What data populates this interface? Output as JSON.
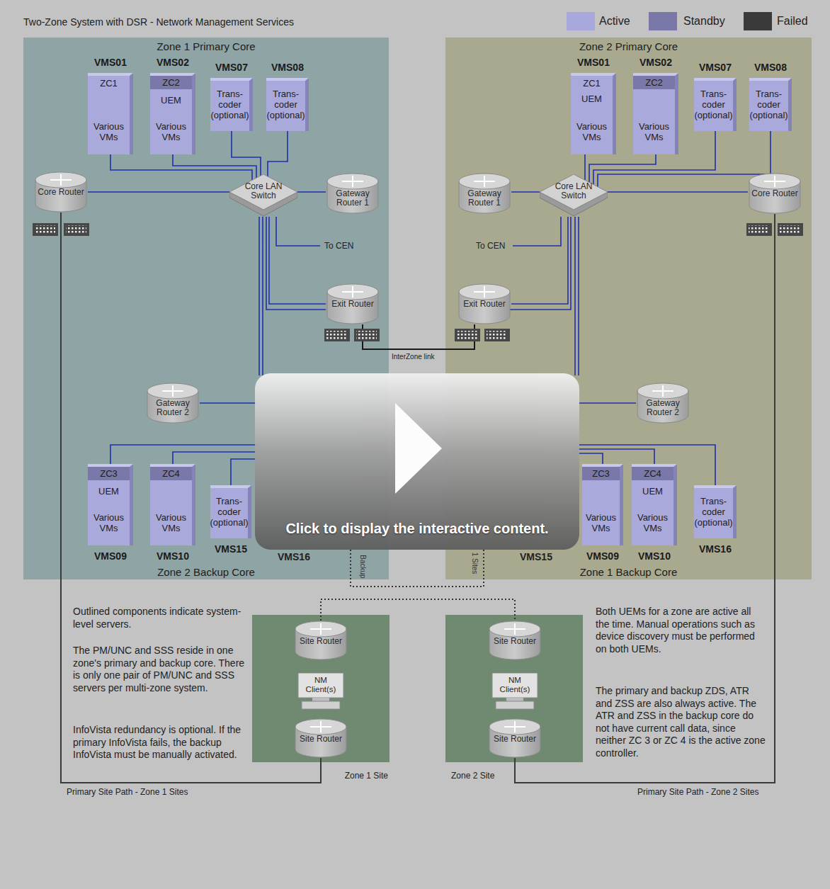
{
  "diagram": {
    "title": "Two-Zone System with DSR - Network Management Services",
    "nodes": [
      {
        "text": [
          "Zone 1 Primary Core",
          "Zone 2 Backup Core"
        ]
      },
      {
        "text": [
          "Zone 2 Primary Core",
          "Zone 1 Backup Core"
        ]
      },
      {
        "text": [
          "VMS01",
          "ZC1",
          "Various VMs"
        ],
        "in": 0
      },
      {
        "text": [
          "VMS02",
          "ZC2",
          "UEM",
          "Various VMs"
        ],
        "in": 0
      },
      {
        "text": [
          "VMS07",
          "Trans- coder (optional)"
        ],
        "in": 0
      },
      {
        "text": [
          "VMS08",
          "Trans- coder (optional)"
        ],
        "in": 0
      },
      {
        "text": [
          "Core Router"
        ],
        "in": 0
      },
      {
        "text": [
          "Core LAN Switch"
        ],
        "in": 0
      },
      {
        "text": [
          "Gateway Router 1"
        ],
        "in": 0
      },
      {
        "text": [
          "Exit Router"
        ],
        "in": 0
      },
      {
        "text": [
          "Gateway Router 2"
        ],
        "in": 0
      },
      {
        "text": [
          "VMS09",
          "ZC3",
          "UEM",
          "Various VMs"
        ],
        "in": 0
      },
      {
        "text": [
          "VMS10",
          "ZC4",
          "Various VMs"
        ],
        "in": 0
      },
      {
        "text": [
          "VMS15",
          "Trans- coder (optional)"
        ],
        "in": 0
      },
      {
        "text": [
          "VMS01",
          "ZC1",
          "UEM",
          "Various VMs"
        ],
        "in": 1
      },
      {
        "text": [
          "VMS02",
          "ZC2",
          "Various VMs"
        ],
        "in": 1
      },
      {
        "text": [
          "VMS07",
          "Trans- coder (optional)"
        ],
        "in": 1
      },
      {
        "text": [
          "VMS08",
          "Trans- coder (optional)"
        ],
        "in": 1
      },
      {
        "text": [
          "Gateway Router 1"
        ],
        "in": 1
      },
      {
        "text": [
          "Core LAN Switch"
        ],
        "in": 1
      },
      {
        "text": [
          "Core Router"
        ],
        "in": 1
      },
      {
        "text": [
          "Exit Router"
        ],
        "in": 1
      },
      {
        "text": [
          "Gateway Router 2"
        ],
        "in": 1
      },
      {
        "text": [
          "VMS09",
          "ZC3",
          "Various VMs"
        ],
        "in": 1
      },
      {
        "text": [
          "VMS10",
          "ZC4",
          "UEM",
          "Various VMs"
        ],
        "in": 1
      },
      {
        "text": [
          "VMS16",
          "Trans- coder (optional)"
        ],
        "in": 1
      },
      {
        "text": [
          "Zone 1 Site"
        ]
      },
      {
        "text": [
          "Site Router"
        ],
        "in": 26
      },
      {
        "text": [
          "NM Client(s)"
        ],
        "in": 26
      },
      {
        "text": [
          "Site Router"
        ],
        "in": 26
      },
      {
        "text": [
          "Zone 2 Site"
        ]
      },
      {
        "text": [
          "Site Router"
        ],
        "in": 30
      },
      {
        "text": [
          "NM Client(s)"
        ],
        "in": 30
      },
      {
        "text": [
          "Site Router"
        ],
        "in": 30
      }
    ],
    "edges": [
      {
        "from": 2,
        "to": 7,
        "arrow": "none"
      },
      {
        "from": 3,
        "to": 7,
        "arrow": "none"
      },
      {
        "from": 4,
        "to": 7,
        "arrow": "none"
      },
      {
        "from": 5,
        "to": 7,
        "arrow": "none"
      },
      {
        "from": 6,
        "to": 7,
        "arrow": "none"
      },
      {
        "from": 7,
        "to": 8,
        "arrow": "none"
      },
      {
        "from": 7,
        "to": 9,
        "arrow": "none"
      },
      {
        "from": 9,
        "to": 21,
        "label": "InterZone link",
        "arrow": "none"
      },
      {
        "from": 14,
        "to": 19,
        "arrow": "none"
      },
      {
        "from": 15,
        "to": 19,
        "arrow": "none"
      },
      {
        "from": 16,
        "to": 19,
        "arrow": "none"
      },
      {
        "from": 17,
        "to": 19,
        "arrow": "none"
      },
      {
        "from": 18,
        "to": 19,
        "arrow": "none"
      },
      {
        "from": 19,
        "to": 20,
        "arrow": "none"
      },
      {
        "from": 19,
        "to": 21,
        "arrow": "none"
      },
      {
        "from": 6,
        "to": 29,
        "label": "Primary Site Path - Zone 1 Sites",
        "arrow": "none"
      },
      {
        "from": 20,
        "to": 33,
        "label": "Primary Site Path - Zone 2 Sites",
        "arrow": "none"
      }
    ],
    "labels": [
      "To CEN",
      "To CEN",
      "VMS16",
      "VMS15",
      "Backup",
      "1 Sites",
      "Click to display the interactive content.",
      "Outlined components indicate system-level servers.",
      "The PM/UNC and SSS reside in one zone's primary and backup core. There is only one pair of PM/UNC and SSS servers per multi-zone system.",
      "InfoVista redundancy is optional. If the primary InfoVista fails, the backup InfoVista must be manually activated.",
      "Both UEMs for a zone are active all the time. Manual operations such as device discovery must be performed on both UEMs.",
      "The primary and backup ZDS, ATR and ZSS are also always active. The ATR and ZSS in the backup core do not have current call data, since neither ZC 3 or ZC 4 is the active zone controller."
    ],
    "legend": [
      {
        "text": "Active",
        "color": "#a9a8dc"
      },
      {
        "text": "Standby",
        "color": "#7978a8"
      },
      {
        "text": "Failed",
        "color": "#3a3a3a"
      }
    ]
  }
}
